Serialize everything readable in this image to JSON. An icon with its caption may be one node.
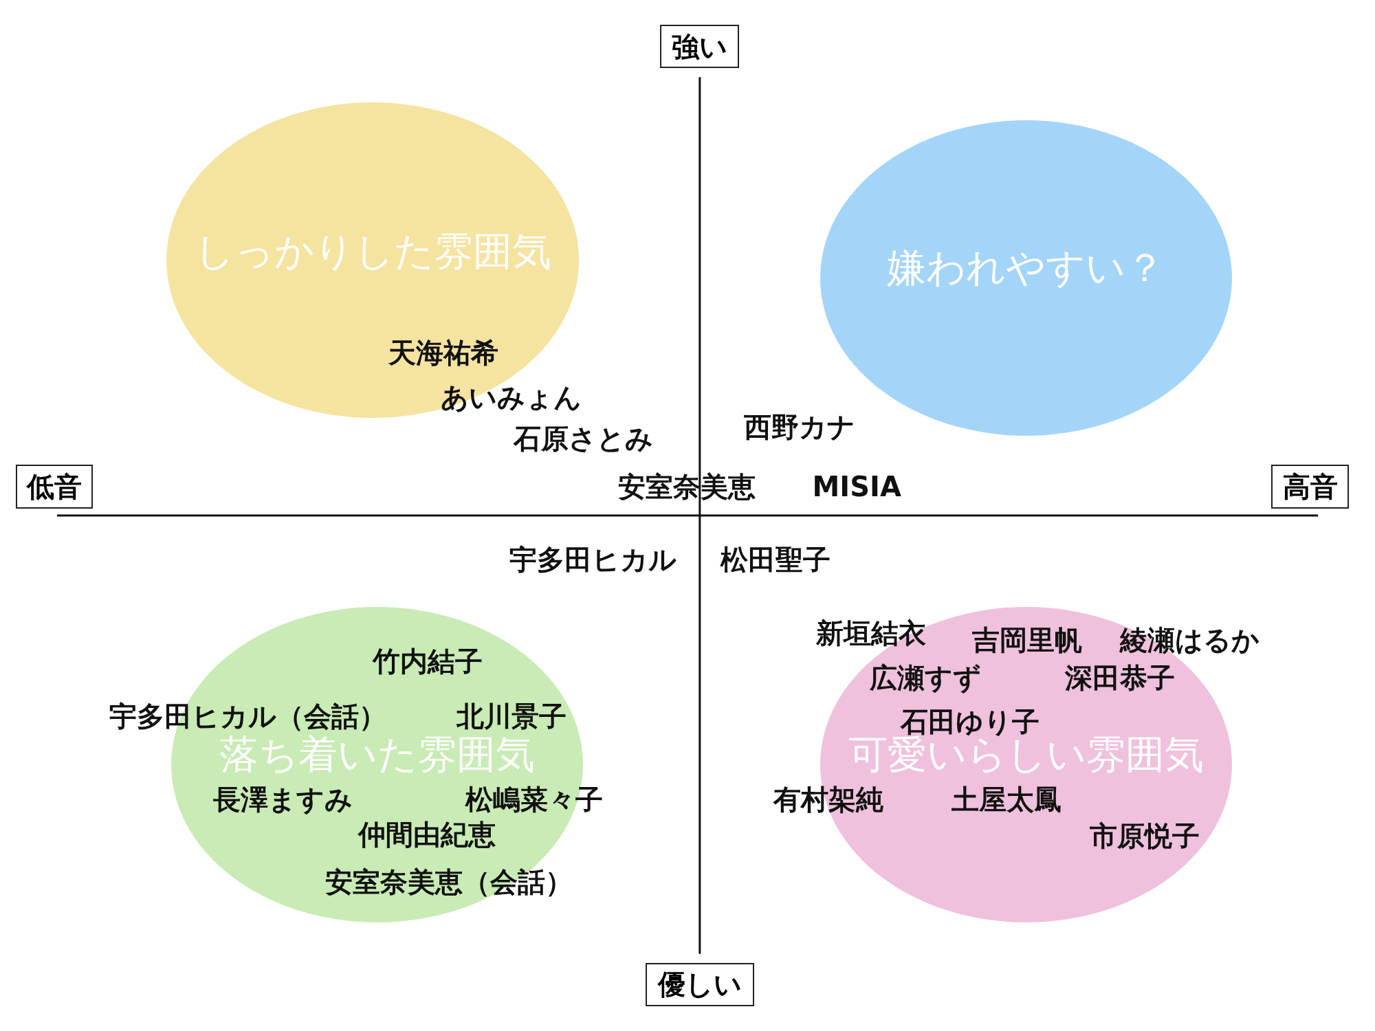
{
  "diagram": {
    "nodes": [
      {
        "text": [
          "強い"
        ]
      },
      {
        "text": [
          "しっかりした雰囲気"
        ]
      },
      {
        "text": [
          "嫌われやすい？"
        ]
      },
      {
        "text": [
          "低音"
        ]
      },
      {
        "text": [
          "高音"
        ]
      },
      {
        "text": [
          "落ち着いた雰囲気"
        ]
      },
      {
        "text": [
          "可愛いらしい雰囲気"
        ]
      },
      {
        "text": [
          "優しい"
        ]
      }
    ],
    "edges": [],
    "labels": [
      "天海祐希",
      "あいみょん",
      "西野カナ",
      "石原さとみ",
      "安室奈美恵",
      "MISIA",
      "宇多田ヒカル",
      "松田聖子",
      "新垣結衣",
      "吉岡里帆",
      "綾瀬はるか",
      "竹内結子",
      "広瀬すず",
      "深田恭子",
      "宇多田ヒカル（会話）",
      "北川景子",
      "石田ゆり子",
      "長澤ますみ",
      "松嶋菜々子",
      "有村架純",
      "土屋太鳳",
      "仲間由紀恵",
      "市原悦子",
      "安室奈美恵（会話）"
    ]
  }
}
